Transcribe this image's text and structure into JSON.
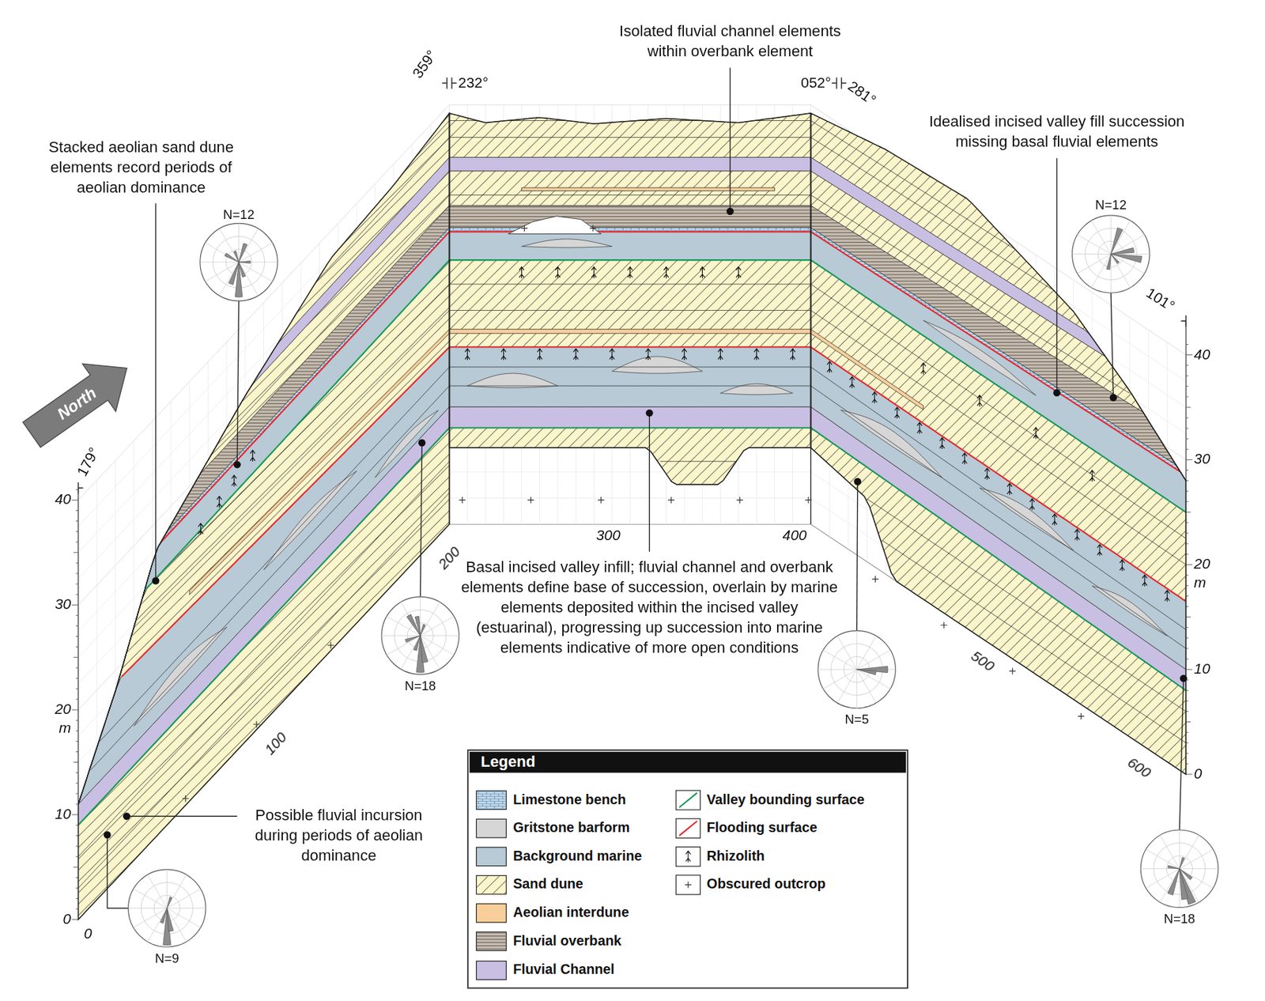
{
  "diagram": {
    "labels": [
      "Stacked aeolian sand dune elements record periods of aeolian dominance",
      "Isolated fluvial channel elements within overbank element",
      "Idealised incised valley fill succession missing basal fluvial elements",
      "Basal incised valley infill; fluvial channel and overbank elements define base of succession, overlain by marine elements deposited within the incised valley (estuarinal), progressing up succession into marine elements indicative of more open conditions",
      "Possible fluvial incursion during periods of aeolian dominance",
      "359°",
      "232°",
      "052°",
      "281°",
      "101°",
      "179°",
      "N=12",
      "N=18",
      "N=9",
      "N=5",
      "N=12",
      "N=18",
      "North",
      "40",
      "30",
      "20",
      "m",
      "10",
      "0",
      "0",
      "100",
      "200",
      "300",
      "400",
      "500",
      "600",
      "40",
      "30",
      "20",
      "m",
      "10",
      "0",
      "Legend"
    ],
    "legend": [
      {
        "text": "Limestone bench",
        "color": "#cfe3f0"
      },
      {
        "text": "Gritstone barform",
        "color": "#d6d6d6"
      },
      {
        "text": "Background marine",
        "color": "#b7cad6"
      },
      {
        "text": "Sand dune",
        "color": "#fbf5cb"
      },
      {
        "text": "Aeolian interdune",
        "color": "#f8cf9b"
      },
      {
        "text": "Fluvial overbank",
        "color": "#c8bcae"
      },
      {
        "text": "Fluvial Channel",
        "color": "#c9bfe3"
      },
      {
        "text": "Valley bounding surface"
      },
      {
        "text": "Flooding surface"
      },
      {
        "text": "Rhizolith"
      },
      {
        "text": "Obscured outcrop"
      }
    ]
  }
}
